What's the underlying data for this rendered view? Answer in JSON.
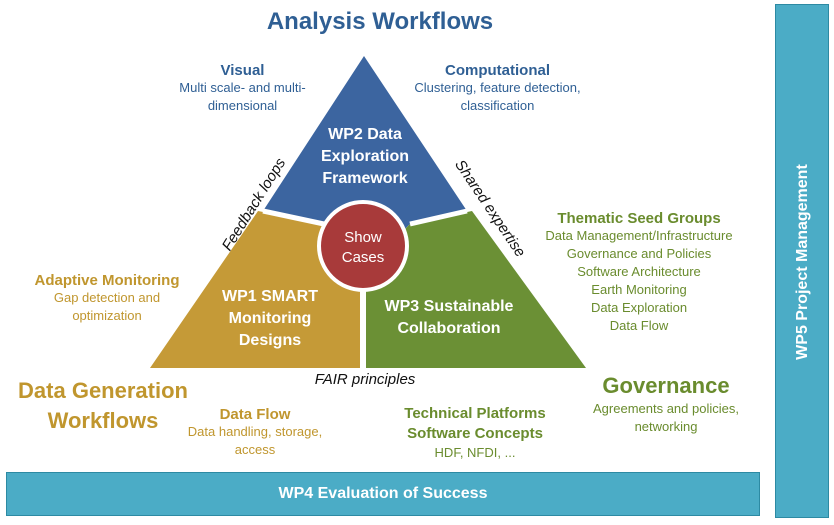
{
  "title": "Analysis Workflows",
  "triangle": {
    "top": "WP2 Data Exploration Framework",
    "top_lines": [
      "WP2 Data",
      "Exploration",
      "Framework"
    ],
    "left_lines": [
      "WP1 SMART",
      "Monitoring",
      "Designs"
    ],
    "right_lines": [
      "WP3 Sustainable",
      "Collaboration"
    ],
    "center_lines": [
      "Show",
      "Cases"
    ],
    "edge_left": "Feedback loops",
    "edge_right": "Shared expertise",
    "edge_bottom": "FAIR principles"
  },
  "visual": {
    "heading": "Visual",
    "lines": [
      "Multi scale- and multi-",
      "dimensional"
    ]
  },
  "computational": {
    "heading": "Computational",
    "lines": [
      "Clustering, feature detection,",
      "classification"
    ]
  },
  "adaptive": {
    "heading": "Adaptive Monitoring",
    "lines": [
      "Gap detection and",
      "optimization"
    ]
  },
  "thematic": {
    "heading": "Thematic Seed Groups",
    "items": [
      "Data Management/Infrastructure",
      "Governance  and Policies",
      "Software Architecture",
      "Earth Monitoring",
      "Data Exploration",
      "Data Flow"
    ]
  },
  "data_generation": {
    "lines": [
      "Data Generation",
      "Workflows"
    ]
  },
  "data_flow": {
    "heading": "Data Flow",
    "lines": [
      "Data handling, storage,",
      "access"
    ]
  },
  "tech": {
    "heading_lines": [
      "Technical Platforms",
      "Software Concepts"
    ],
    "line": "HDF, NFDI, ..."
  },
  "governance": {
    "heading": "Governance",
    "lines": [
      "Agreements and policies,",
      "networking"
    ]
  },
  "wp4": "WP4 Evaluation of Success",
  "wp5": "WP5 Project Management",
  "colors": {
    "blue": "#3c65a0",
    "gold": "#c59a37",
    "green": "#6b9035",
    "red": "#a83a3a",
    "teal": "#4bacc6"
  }
}
